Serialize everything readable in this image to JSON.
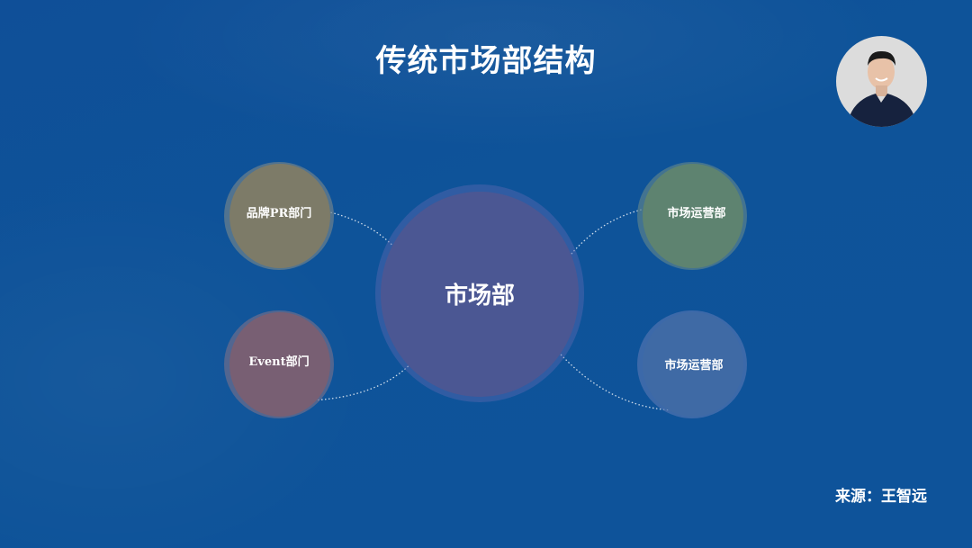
{
  "title": "传统市场部结构",
  "center_node": {
    "label": "市场部",
    "color": "#4b5793"
  },
  "nodes": [
    {
      "label": "品牌PR部门",
      "color": "#7d7b68"
    },
    {
      "label": "Event部门",
      "color": "#785f73"
    },
    {
      "label": "市场运营部",
      "color": "#5e8370"
    },
    {
      "label": "市场运营部",
      "color": "#3f6aa5"
    }
  ],
  "source": "来源：王智远",
  "colors": {
    "background": "#0e5399"
  }
}
